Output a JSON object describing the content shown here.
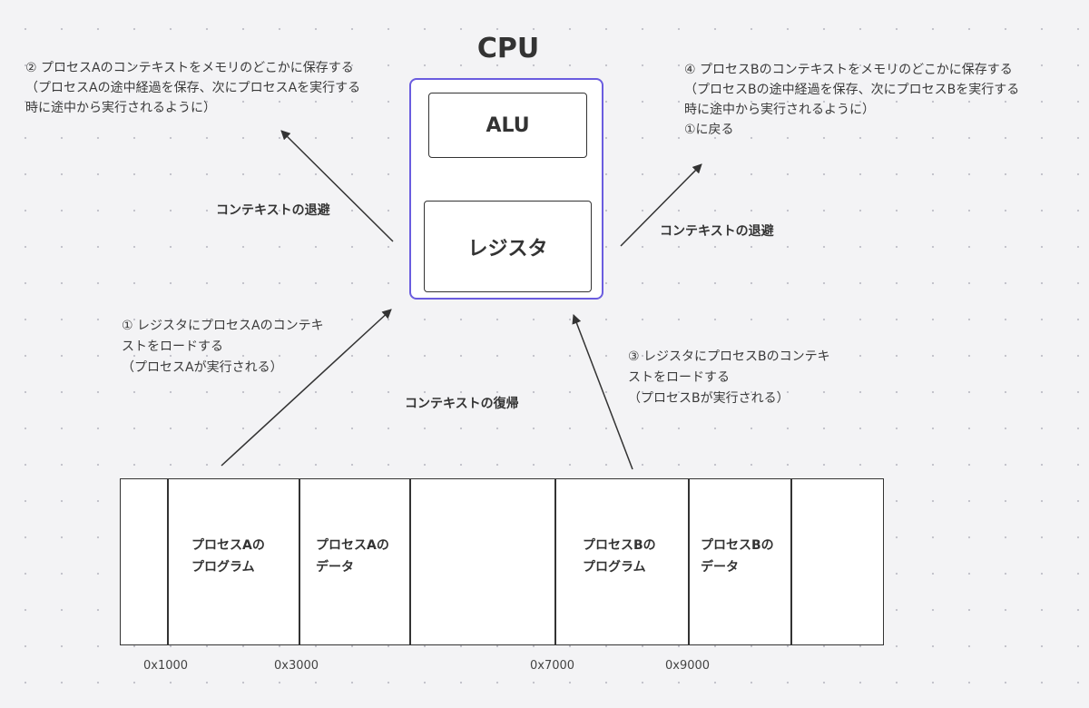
{
  "cpu": {
    "title": "CPU",
    "alu_label": "ALU",
    "register_label": "レジスタ",
    "border_color": "#6a5cdf"
  },
  "annotations": {
    "step2": "② プロセスAのコンテキストをメモリのどこかに保存する\n（プロセスAの途中経過を保存、次にプロセスAを実行する\n時に途中から実行されるように）",
    "step4": "④ プロセスBのコンテキストをメモリのどこかに保存する\n（プロセスBの途中経過を保存、次にプロセスBを実行する\n時に途中から実行されるように）\n①に戻る",
    "step1": "① レジスタにプロセスAのコンテキ\nストをロードする\n（プロセスAが実行される）",
    "step3": "③ レジスタにプロセスBのコンテキ\nストをロードする\n（プロセスBが実行される）",
    "save_left": "コンテキストの退避",
    "save_right": "コンテキストの退避",
    "restore": "コンテキストの復帰"
  },
  "memory": {
    "cells": [
      "",
      "プロセスAの\nプログラム",
      "プロセスAの\nデータ",
      "",
      "プロセスBの\nプログラム",
      "プロセスBの\nデータ",
      ""
    ],
    "addresses": [
      "0x1000",
      "0x3000",
      "0x7000",
      "0x9000"
    ]
  }
}
